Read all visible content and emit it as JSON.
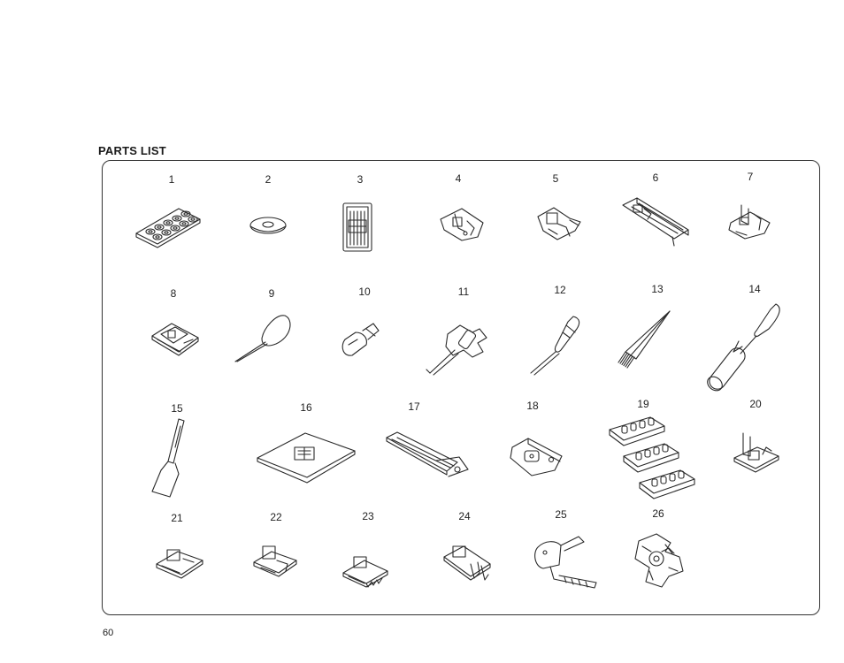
{
  "section_title": "PARTS LIST",
  "page_number": "60",
  "parts": [
    {
      "number": "1",
      "icon": "bobbins-icon"
    },
    {
      "number": "2",
      "icon": "spool-cap-washer-icon"
    },
    {
      "number": "3",
      "icon": "needle-pack-icon"
    },
    {
      "number": "4",
      "icon": "zipper-foot-icon"
    },
    {
      "number": "5",
      "icon": "satin-stitch-foot-icon"
    },
    {
      "number": "6",
      "icon": "blind-hem-foot-long-icon"
    },
    {
      "number": "7",
      "icon": "overcasting-foot-icon"
    },
    {
      "number": "8",
      "icon": "buttonhole-foot-icon"
    },
    {
      "number": "9",
      "icon": "needle-threader-icon"
    },
    {
      "number": "10",
      "icon": "light-bulb-icon"
    },
    {
      "number": "11",
      "icon": "screwdriver-wrench-icon"
    },
    {
      "number": "12",
      "icon": "small-screwdriver-icon"
    },
    {
      "number": "13",
      "icon": "lint-brush-icon"
    },
    {
      "number": "14",
      "icon": "seam-ripper-icon"
    },
    {
      "number": "15",
      "icon": "oiler-icon"
    },
    {
      "number": "16",
      "icon": "darning-plate-icon"
    },
    {
      "number": "17",
      "icon": "buttonhole-guide-foot-icon"
    },
    {
      "number": "18",
      "icon": "button-sewing-foot-icon"
    },
    {
      "number": "19",
      "icon": "cam-set-icon"
    },
    {
      "number": "20",
      "icon": "rolled-hem-foot-icon"
    },
    {
      "number": "21",
      "icon": "blind-stitch-foot-icon"
    },
    {
      "number": "22",
      "icon": "cording-foot-icon"
    },
    {
      "number": "23",
      "icon": "gathering-foot-icon"
    },
    {
      "number": "24",
      "icon": "piping-foot-icon"
    },
    {
      "number": "25",
      "icon": "walking-foot-icon"
    },
    {
      "number": "26",
      "icon": "darning-foot-icon"
    }
  ]
}
